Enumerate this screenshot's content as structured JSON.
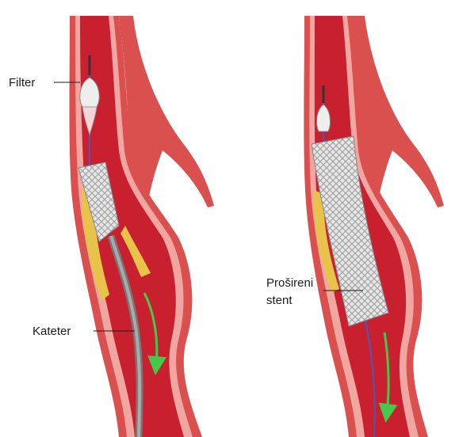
{
  "labels": {
    "filter": "Filter",
    "catheter": "Kateter",
    "expanded_stent_line1": "Prošireni",
    "expanded_stent_line2": "stent"
  },
  "colors": {
    "vessel_outer": "#d9504f",
    "vessel_wall": "#f2a6a1",
    "vessel_lumen": "#c8202f",
    "plaque": "#e8c34a",
    "stent": "#d9d9d9",
    "catheter": "#8a8a8a",
    "flow_arrow": "#46c84a",
    "guidewire": "#4a58b8"
  },
  "icons": [
    "filter-device",
    "stent-mesh",
    "flow-arrow-icon"
  ]
}
